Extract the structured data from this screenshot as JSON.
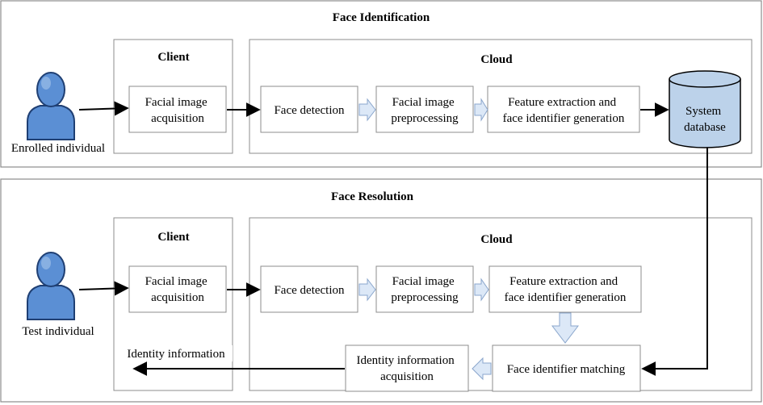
{
  "identification": {
    "title": "Face Identification",
    "client_title": "Client",
    "cloud_title": "Cloud",
    "actor_label": "Enrolled individual",
    "acquisition": [
      "Facial image",
      "acquisition"
    ],
    "detection": [
      "Face detection"
    ],
    "preprocessing": [
      "Facial image",
      "preprocessing"
    ],
    "feature": [
      "Feature extraction and",
      "face identifier generation"
    ],
    "database": [
      "System",
      "database"
    ]
  },
  "resolution": {
    "title": "Face Resolution",
    "client_title": "Client",
    "cloud_title": "Cloud",
    "actor_label": "Test individual",
    "acquisition": [
      "Facial image",
      "acquisition"
    ],
    "detection": [
      "Face detection"
    ],
    "preprocessing": [
      "Facial image",
      "preprocessing"
    ],
    "feature": [
      "Feature extraction and",
      "face identifier generation"
    ],
    "matching": [
      "Face identifier matching"
    ],
    "identity_acq": [
      "Identity information",
      "acquisition"
    ],
    "identity_label": "Identity information"
  },
  "colors": {
    "person_fill": "#5b8fd4",
    "person_stroke": "#1f3f73",
    "database_fill": "#bcd2ea",
    "hollow_arrow_fill": "#dce8f7",
    "hollow_arrow_stroke": "#8aa6cc"
  }
}
